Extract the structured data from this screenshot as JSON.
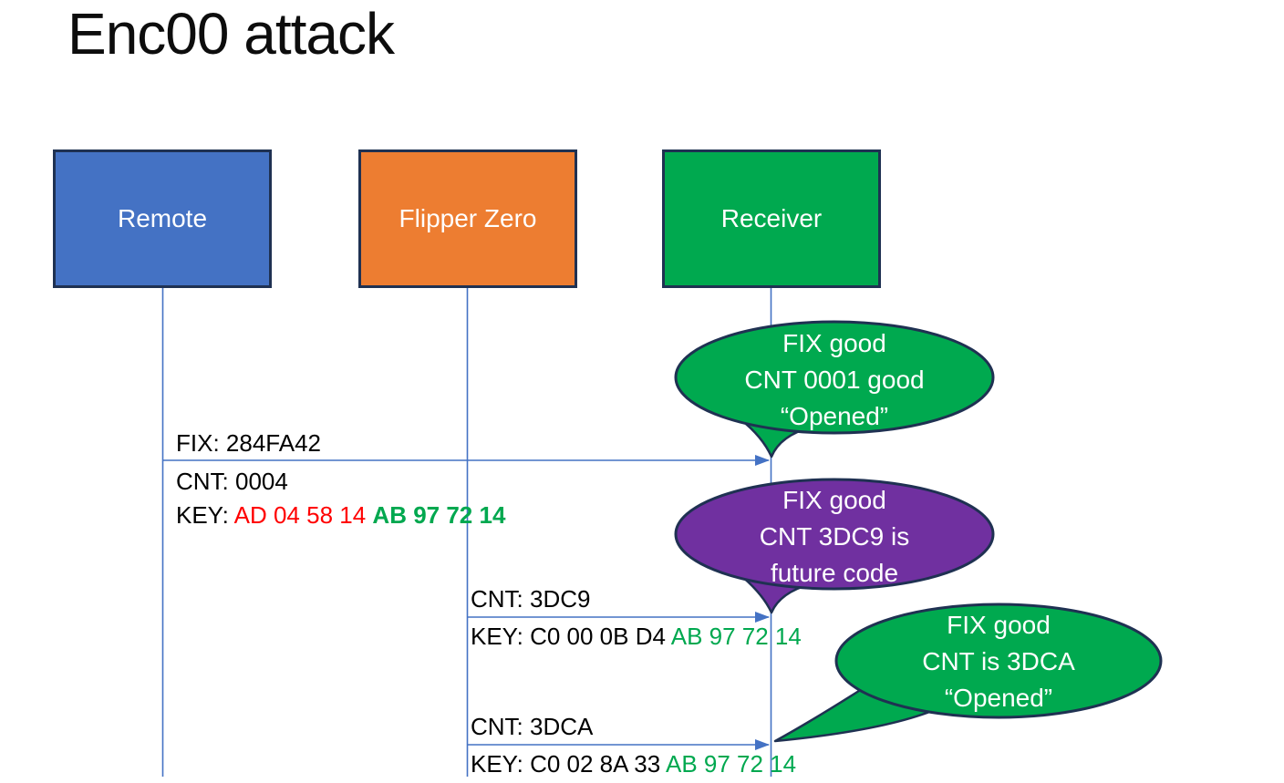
{
  "title": "Enc00 attack",
  "actors": [
    {
      "label": "Remote",
      "fill": "#4472C4"
    },
    {
      "label": "Flipper Zero",
      "fill": "#ED7D31"
    },
    {
      "label": "Receiver",
      "fill": "#00A94F"
    }
  ],
  "messages": [
    {
      "above": "FIX: 284FA42",
      "mid": "CNT: 0004",
      "key_label": "KEY:",
      "key_a": "AD 04 58 14",
      "key_b": "AB 97 72 14"
    },
    {
      "above": "CNT: 3DC9",
      "key_label": "KEY:",
      "key_a": "C0 00 0B D4",
      "key_b": "AB 97 72 14"
    },
    {
      "above": "CNT: 3DCA",
      "key_label": "KEY:",
      "key_a": "C0 02 8A 33",
      "key_b": "AB 97 72 14"
    }
  ],
  "bubbles": [
    {
      "lines": [
        "FIX good",
        "CNT 0001 good",
        "“Opened”"
      ],
      "fill": "#00A94F"
    },
    {
      "lines": [
        "FIX good",
        "CNT 3DC9 is",
        "future code"
      ],
      "fill": "#7030A0"
    },
    {
      "lines": [
        "FIX good",
        "CNT is 3DCA",
        "“Opened”"
      ],
      "fill": "#00A94F"
    }
  ],
  "colors": {
    "remote_fill": "#4472C4",
    "flipper_fill": "#ED7D31",
    "receiver_fill": "#00A94F",
    "bubble_purple": "#7030A0",
    "shape_outline": "#1F3152",
    "connector_blue": "#4472C4",
    "key_changed_red": "#FF0000",
    "key_fixed_green": "#00A84F",
    "text_black": "#000000",
    "text_white": "#FFFFFF"
  }
}
